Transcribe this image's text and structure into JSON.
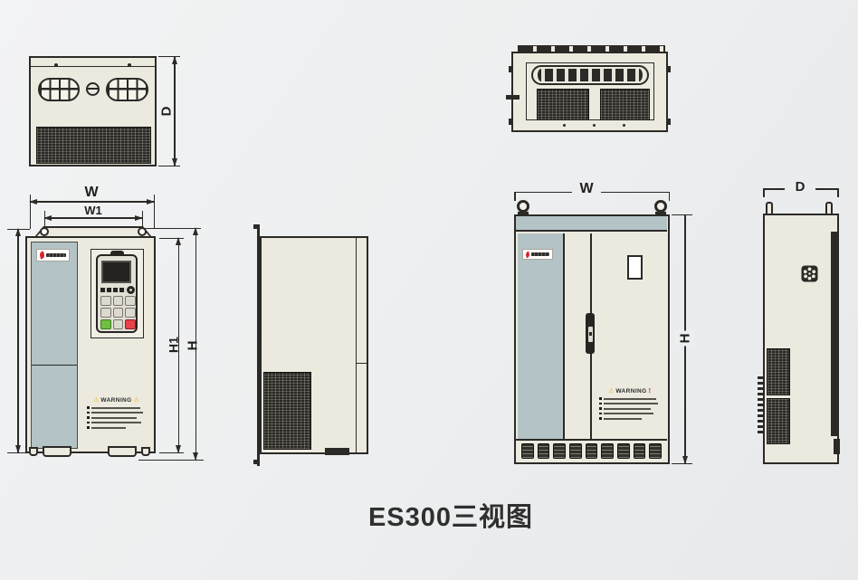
{
  "caption": "ES300三视图",
  "symbols": {
    "warning_triangle": "⚠",
    "exclamation": "!"
  },
  "small_unit": {
    "top_view": {
      "dim_depth": "D"
    },
    "front_view": {
      "dim_width": "W",
      "dim_width_inner": "W1",
      "dim_height_inner": "H1",
      "dim_height": "H",
      "warning_title": "WARNING"
    }
  },
  "cabinet_unit": {
    "front_view": {
      "dim_width": "W",
      "dim_height": "H",
      "warning_title": "WARNING"
    },
    "side_view": {
      "dim_depth": "D"
    }
  },
  "colors": {
    "line": "#2B2A27",
    "enclosure_fill": "#ECE9DF",
    "panel_accent": "#B4C3C5",
    "run_button_green": "#6FBF44",
    "stop_button_red": "#E8404A",
    "warning_yellow": "#EAB600",
    "logo_red": "#D5232A",
    "background": "#ECEEF0"
  }
}
